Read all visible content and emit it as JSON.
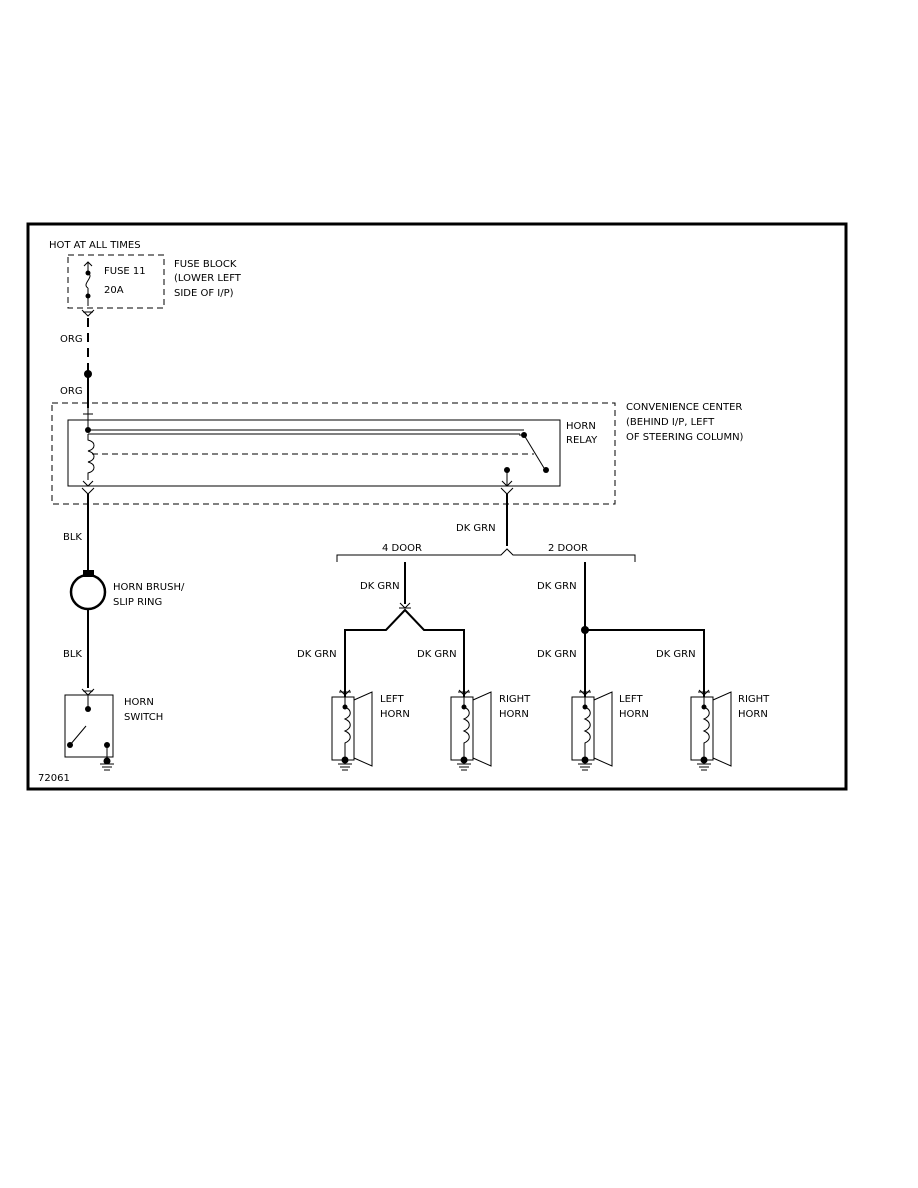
{
  "labels": {
    "hot_at_all_times": "HOT AT ALL TIMES",
    "fuse": "FUSE 11",
    "fuse_rating": "20A",
    "fuse_block_1": "FUSE BLOCK",
    "fuse_block_2": "(LOWER LEFT",
    "fuse_block_3": "SIDE OF I/P)",
    "wire_org_1": "ORG",
    "wire_org_2": "ORG",
    "conv_center_1": "CONVENIENCE CENTER",
    "conv_center_2": "(BEHIND I/P, LEFT",
    "conv_center_3": "OF STEERING COLUMN)",
    "horn_relay_1": "HORN",
    "horn_relay_2": "RELAY",
    "wire_blk_1": "BLK",
    "wire_blk_2": "BLK",
    "horn_brush_1": "HORN BRUSH/",
    "horn_brush_2": "SLIP RING",
    "horn_switch_1": "HORN",
    "horn_switch_2": "SWITCH",
    "wire_dkgrn_main": "DK GRN",
    "four_door": "4 DOOR",
    "two_door": "2 DOOR",
    "wire_dkgrn_4d": "DK GRN",
    "wire_dkgrn_2d": "DK GRN",
    "wire_dkgrn_4d_left": "DK GRN",
    "wire_dkgrn_4d_right": "DK GRN",
    "wire_dkgrn_2d_left": "DK GRN",
    "wire_dkgrn_2d_right": "DK GRN",
    "left_horn_4d_1": "LEFT",
    "left_horn_4d_2": "HORN",
    "right_horn_4d_1": "RIGHT",
    "right_horn_4d_2": "HORN",
    "left_horn_2d_1": "LEFT",
    "left_horn_2d_2": "HORN",
    "right_horn_2d_1": "RIGHT",
    "right_horn_2d_2": "HORN",
    "diagram_id": "72061"
  }
}
